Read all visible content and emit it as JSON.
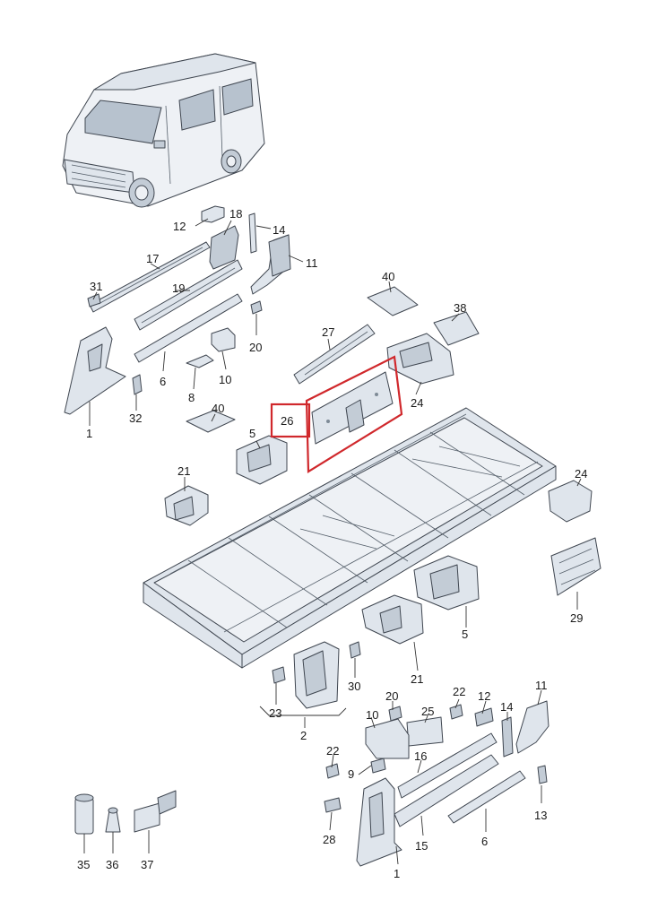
{
  "diagram": {
    "callouts": [
      "1",
      "2",
      "5",
      "6",
      "8",
      "9",
      "10",
      "11",
      "12",
      "13",
      "14",
      "15",
      "16",
      "17",
      "18",
      "19",
      "20",
      "21",
      "22",
      "23",
      "24",
      "25",
      "26",
      "27",
      "28",
      "29",
      "30",
      "31",
      "32",
      "35",
      "36",
      "37",
      "38",
      "40"
    ],
    "highlighted_part": "26",
    "colors": {
      "highlight": "#d0282c",
      "part_fill": "#dfe5ec",
      "outline": "#3f4650"
    }
  }
}
